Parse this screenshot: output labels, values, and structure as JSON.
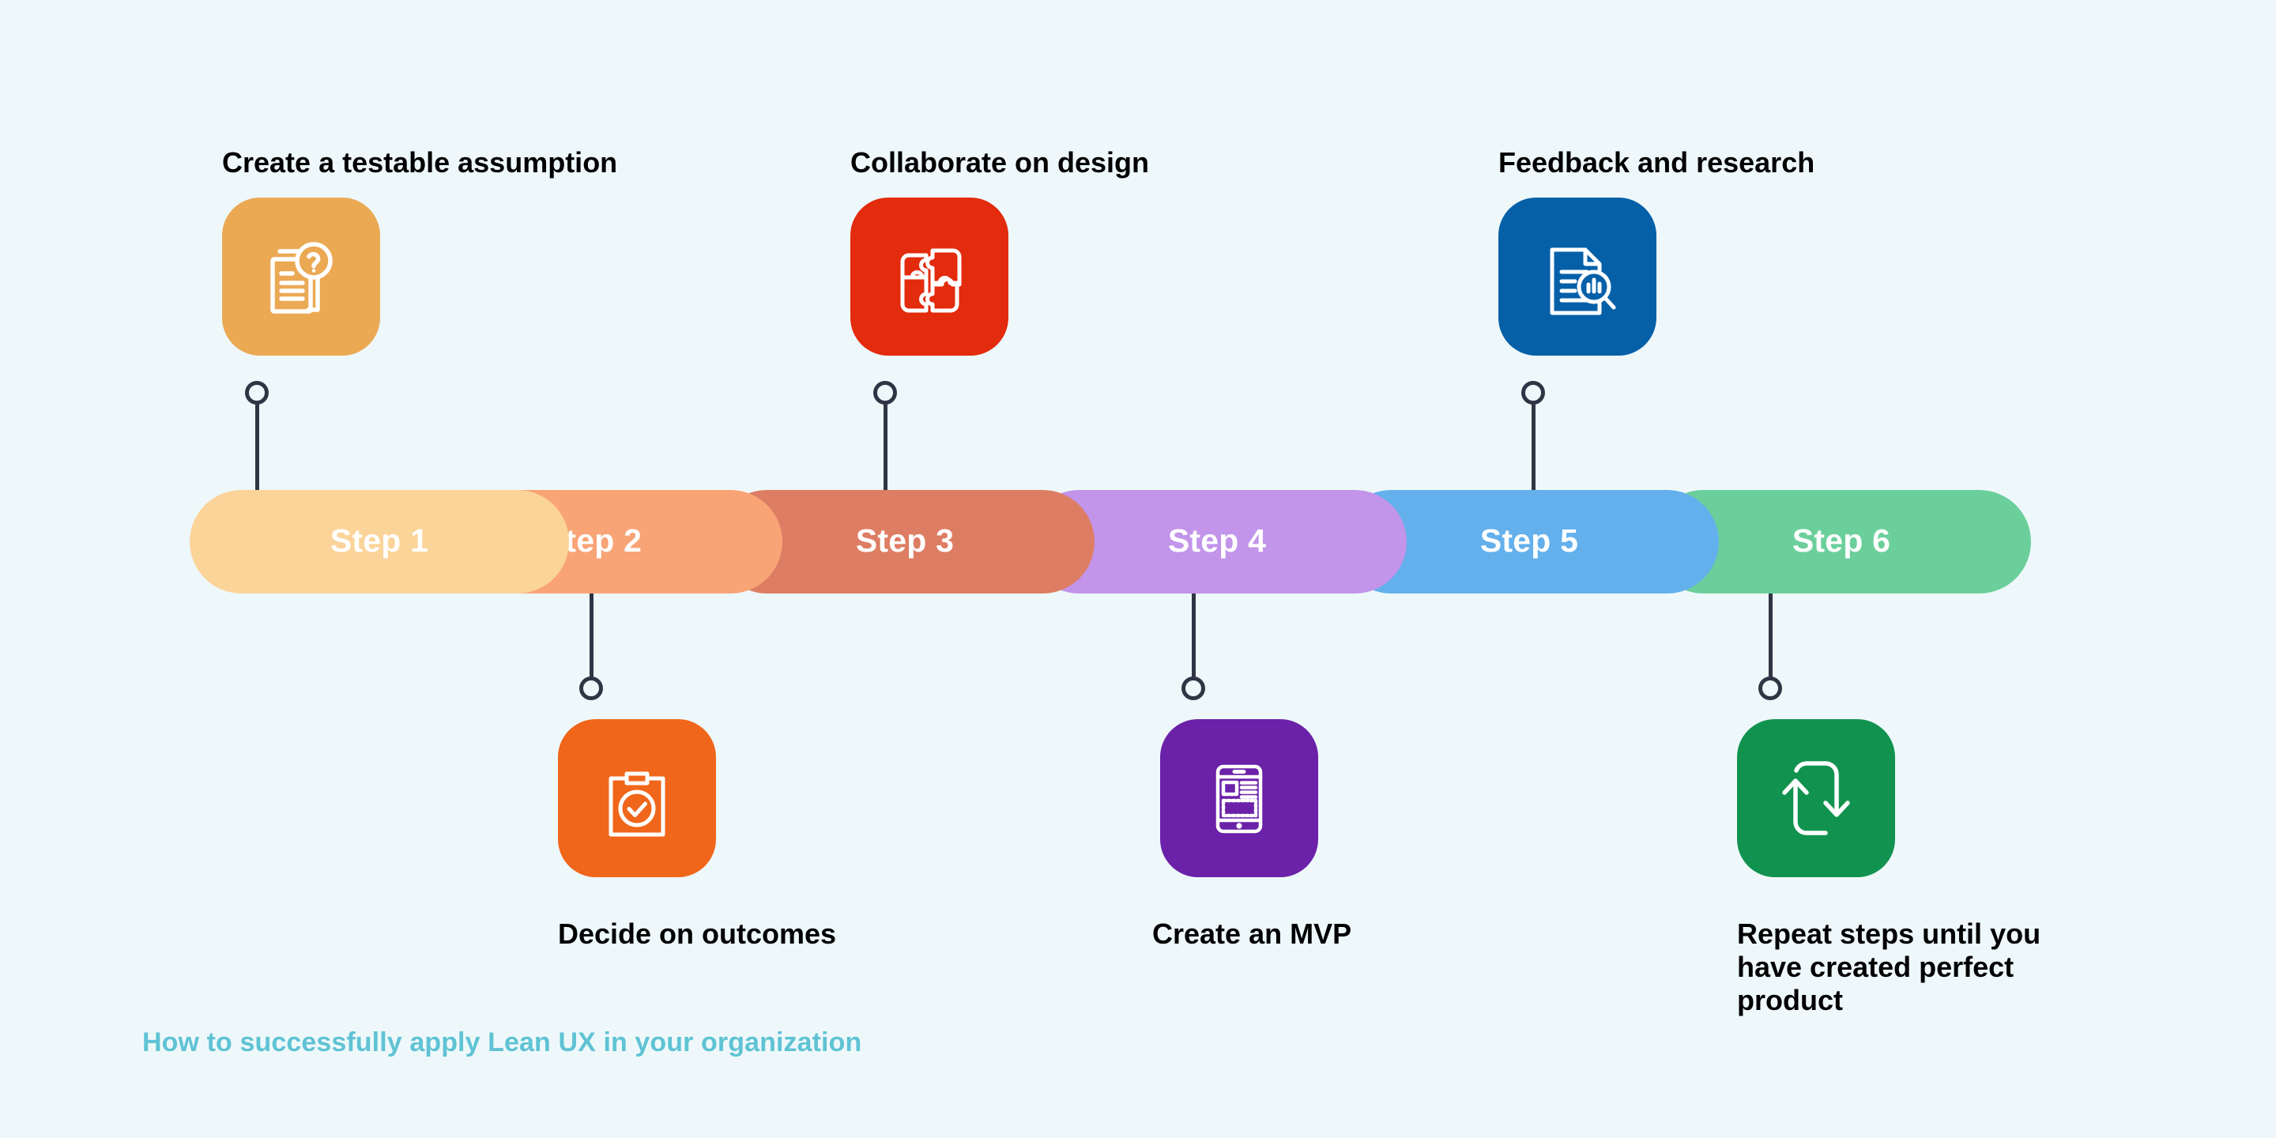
{
  "background_color": "#eef8fa",
  "footer": {
    "text": "How to successfully apply Lean UX in your organization",
    "color": "#5fc3d4"
  },
  "connector": {
    "line_color": "#2f3545"
  },
  "steps": [
    {
      "id": "step-1",
      "bar_label": "Step 1",
      "bar_color": "#fbd49a",
      "caption": "Create a testable assumption",
      "caption_position": "top",
      "tile_color": "#eba954",
      "icon": "document-question-icon"
    },
    {
      "id": "step-2",
      "bar_label": "Step 2",
      "bar_color": "#f9a476",
      "caption": "Decide on outcomes",
      "caption_position": "bottom",
      "tile_color": "#f0661b",
      "icon": "clipboard-check-icon"
    },
    {
      "id": "step-3",
      "bar_label": "Step 3",
      "bar_color": "#dd7d63",
      "caption": "Collaborate on design",
      "caption_position": "top",
      "tile_color": "#e32b0d",
      "icon": "puzzle-pieces-icon"
    },
    {
      "id": "step-4",
      "bar_label": "Step 4",
      "bar_color": "#c294ea",
      "caption": "Create an MVP",
      "caption_position": "bottom",
      "tile_color": "#6b21a8",
      "icon": "mobile-wireframe-icon"
    },
    {
      "id": "step-5",
      "bar_label": "Step 5",
      "bar_color": "#63b0ec",
      "caption": "Feedback and research",
      "caption_position": "top",
      "tile_color": "#0660a8",
      "icon": "document-search-chart-icon"
    },
    {
      "id": "step-6",
      "bar_label": "Step 6",
      "bar_color": "#6bcf9c",
      "caption": "Repeat steps until you\nhave created perfect\nproduct",
      "caption_position": "bottom",
      "tile_color": "#11934f",
      "icon": "repeat-loop-icon"
    }
  ]
}
